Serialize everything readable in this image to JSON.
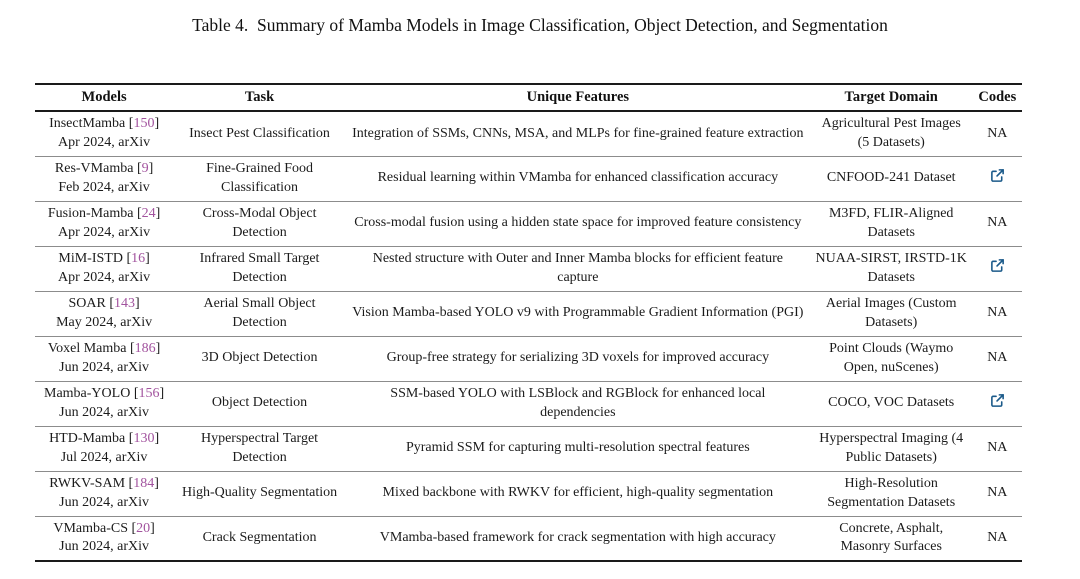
{
  "page": {
    "caption": "Table 4.  Summary of Mamba Models in Image Classification, Object Detection, and Segmentation"
  },
  "colors": {
    "citation_purple": "#a2539e",
    "link_blue": "#1b5a8a",
    "rule_dark": "#1a1a1a",
    "rule_light": "#8c8c8c"
  },
  "table": {
    "headers": [
      "Models",
      "Task",
      "Unique Features",
      "Target Domain",
      "Codes"
    ],
    "na_label": "NA",
    "rows": [
      {
        "model": "InsectMamba",
        "ref": "150",
        "date": "Apr 2024, arXiv",
        "task": "Insect Pest Classification",
        "features": "Integration of SSMs, CNNs, MSA, and MLPs for fine-grained feature extraction",
        "target_domain": "Agricultural Pest Images (5 Datasets)",
        "code": "NA"
      },
      {
        "model": "Res-VMamba",
        "ref": "9",
        "date": "Feb 2024, arXiv",
        "task": "Fine-Grained Food Classification",
        "features": "Residual learning within VMamba for enhanced classification accuracy",
        "target_domain": "CNFOOD-241 Dataset",
        "code": "link"
      },
      {
        "model": "Fusion-Mamba",
        "ref": "24",
        "date": "Apr 2024, arXiv",
        "task": "Cross-Modal Object Detection",
        "features": "Cross-modal fusion using a hidden state space for improved feature consistency",
        "target_domain": "M3FD, FLIR-Aligned Datasets",
        "code": "NA"
      },
      {
        "model": "MiM-ISTD",
        "ref": "16",
        "date": "Apr 2024, arXiv",
        "task": "Infrared Small Target Detection",
        "features": "Nested structure with Outer and Inner Mamba blocks for efficient feature capture",
        "target_domain": "NUAA-SIRST, IRSTD-1K Datasets",
        "code": "link"
      },
      {
        "model": "SOAR",
        "ref": "143",
        "date": "May 2024, arXiv",
        "task": "Aerial Small Object Detection",
        "features": "Vision Mamba-based YOLO v9 with Programmable Gradient Information (PGI)",
        "target_domain": "Aerial Images (Custom Datasets)",
        "code": "NA"
      },
      {
        "model": "Voxel Mamba",
        "ref": "186",
        "date": "Jun 2024, arXiv",
        "task": "3D Object Detection",
        "features": "Group-free strategy for serializing 3D voxels for improved accuracy",
        "target_domain": "Point Clouds (Waymo Open, nuScenes)",
        "code": "NA"
      },
      {
        "model": "Mamba-YOLO",
        "ref": "156",
        "date": "Jun 2024, arXiv",
        "task": "Object Detection",
        "features": "SSM-based YOLO with LSBlock and RGBlock for enhanced local dependencies",
        "target_domain": "COCO, VOC Datasets",
        "code": "link"
      },
      {
        "model": "HTD-Mamba",
        "ref": "130",
        "date": "Jul 2024, arXiv",
        "task": "Hyperspectral Target Detection",
        "features": "Pyramid SSM for capturing multi-resolution spectral features",
        "target_domain": "Hyperspectral Imaging (4 Public Datasets)",
        "code": "NA"
      },
      {
        "model": "RWKV-SAM",
        "ref": "184",
        "date": "Jun 2024, arXiv",
        "task": "High-Quality Segmentation",
        "features": "Mixed backbone with RWKV for efficient, high-quality segmentation",
        "target_domain": "High-Resolution Segmentation Datasets",
        "code": "NA"
      },
      {
        "model": "VMamba-CS",
        "ref": "20",
        "date": "Jun 2024, arXiv",
        "task": "Crack Segmentation",
        "features": "VMamba-based framework for crack segmentation with high accuracy",
        "target_domain": "Concrete, Asphalt, Masonry Surfaces",
        "code": "NA"
      }
    ]
  }
}
